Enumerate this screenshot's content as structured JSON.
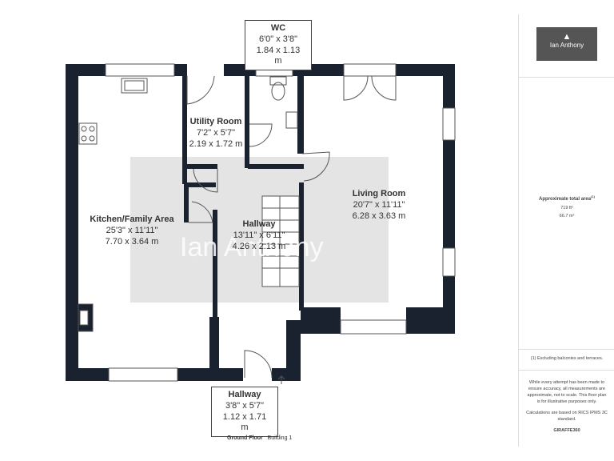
{
  "rooms": [
    {
      "name": "WC",
      "dim_imperial": "6'0\" x 3'8\"",
      "dim_metric": "1.84 x 1.13 m"
    },
    {
      "name": "Utility Room",
      "dim_imperial": "7'2\" x 5'7\"",
      "dim_metric": "2.19 x 1.72 m"
    },
    {
      "name": "Living Room",
      "dim_imperial": "20'7\" x 11'11\"",
      "dim_metric": "6.28 x 3.63 m"
    },
    {
      "name": "Kitchen/Family Area",
      "dim_imperial": "25'3\" x 11'11\"",
      "dim_metric": "7.70 x 3.64 m"
    },
    {
      "name": "Hallway",
      "dim_imperial": "13'11\" x 6'11\"",
      "dim_metric": "4.26 x 2.13 m"
    },
    {
      "name": "Hallway",
      "dim_imperial": "3'8\" x 5'7\"",
      "dim_metric": "1.12 x 1.71 m"
    }
  ],
  "floor": {
    "level": "Ground Floor",
    "building": "Building 1"
  },
  "watermark": "Ian Anthony",
  "sidebar": {
    "brand": "Ian Anthony",
    "area_title": "Approximate total area",
    "area_note_marker": "(1)",
    "area_sqft": "719 ft²",
    "area_sqm": "66.7 m²",
    "excluding_note": "(1) Excluding balconies and terraces.",
    "disclaimer": "While every attempt has been made to ensure accuracy, all measurements are approximate, not to scale. This floor plan is for illustrative purposes only.",
    "standard_note": "Calculations are based on RICS IPMS 3C standard.",
    "giraffe_brand": "GIRAFFE",
    "giraffe_suffix": "360"
  },
  "colors": {
    "wall": "#1a2230",
    "shade": "#e2e2e2",
    "line": "#555555"
  }
}
